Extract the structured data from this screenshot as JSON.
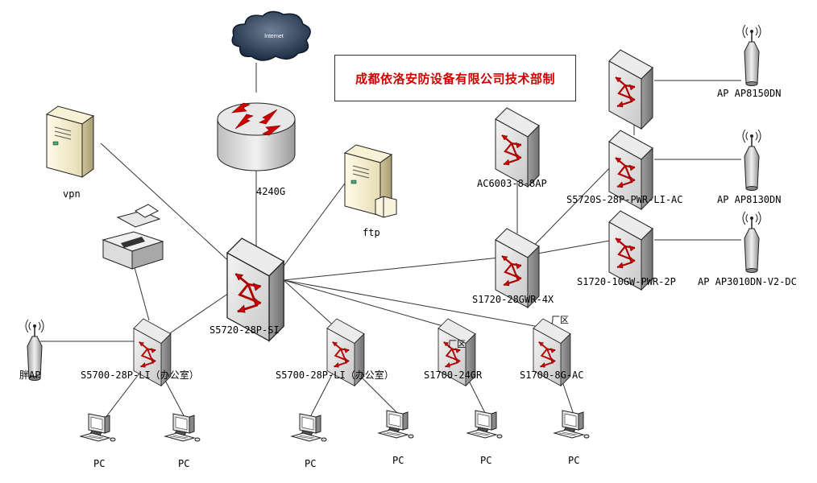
{
  "title": "成都依洛安防设备有限公司技术部制",
  "colors": {
    "title": "#d00000",
    "link": "#333333",
    "switch_face": "#dcdcdc",
    "arrow": "#c00000"
  },
  "cloud_label": "Internet",
  "labels": {
    "router": "4240G",
    "core_switch": "S5720-28P-SI",
    "vpn": "vpn",
    "ftp": "ftp",
    "ac": "AC6003-8-8AP",
    "agg_switch": "S1720-28GWR-4X",
    "poe_switch_a": "S5720S-28P-PWR-LI-AC",
    "poe_switch_b": "S1720-10GW-PWR-2P",
    "ap_1": "AP AP8150DN",
    "ap_2": "AP AP8130DN",
    "ap_3": "AP AP3010DN-V2-DC",
    "office_switch_1": "S5700-28P-LI（办公室）",
    "office_switch_2": "S5700-28P-LI（办公室）",
    "factory_switch_1": "S1700-24GR",
    "factory_switch_2": "S1700-8G-AC",
    "fat_ap": "胖AP",
    "factory_tag_1": "厂区",
    "factory_tag_2": "厂区",
    "pc_1": "PC",
    "pc_2": "PC",
    "pc_3": "PC",
    "pc_4": "PC",
    "pc_5": "PC",
    "pc_6": "PC"
  }
}
